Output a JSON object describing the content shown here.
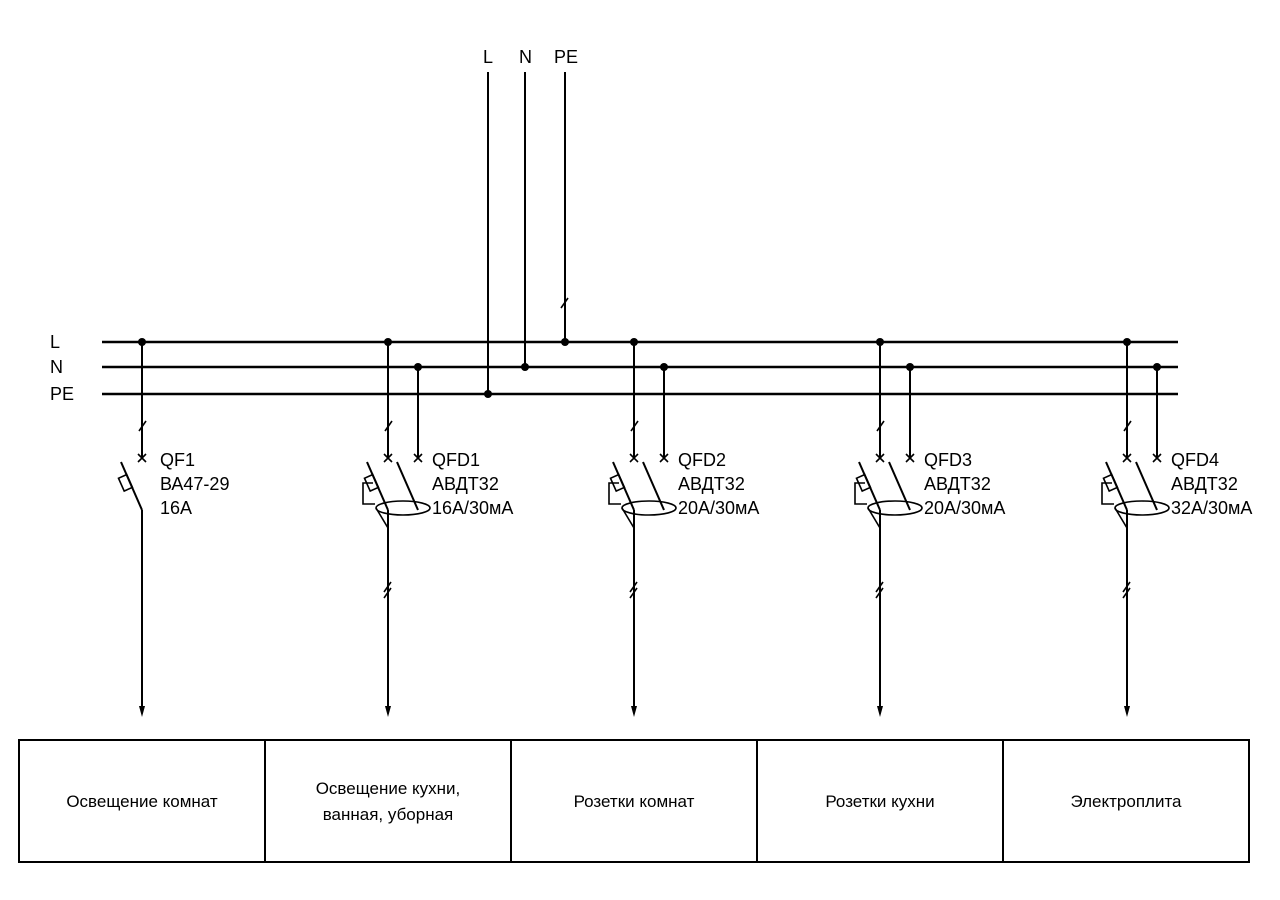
{
  "colors": {
    "ink": "#000000",
    "background": "#ffffff"
  },
  "supply": {
    "labels": [
      "L",
      "N",
      "PE"
    ]
  },
  "buses": {
    "labels": [
      "L",
      "N",
      "PE"
    ]
  },
  "breakers": [
    {
      "id": "QF1",
      "model": "ВА47-29",
      "rating": "16А",
      "type": "circuit-breaker"
    },
    {
      "id": "QFD1",
      "model": "АВДТ32",
      "rating": "16А/30мА",
      "type": "rcbo"
    },
    {
      "id": "QFD2",
      "model": "АВДТ32",
      "rating": "20А/30мА",
      "type": "rcbo"
    },
    {
      "id": "QFD3",
      "model": "АВДТ32",
      "rating": "20А/30мА",
      "type": "rcbo"
    },
    {
      "id": "QFD4",
      "model": "АВДТ32",
      "rating": "32А/30мА",
      "type": "rcbo"
    }
  ],
  "loads": [
    {
      "lines": [
        "Освещение комнат"
      ]
    },
    {
      "lines": [
        "Освещение кухни,",
        "ванная, уборная"
      ]
    },
    {
      "lines": [
        "Розетки комнат"
      ]
    },
    {
      "lines": [
        "Розетки кухни"
      ]
    },
    {
      "lines": [
        "Электроплита"
      ]
    }
  ]
}
